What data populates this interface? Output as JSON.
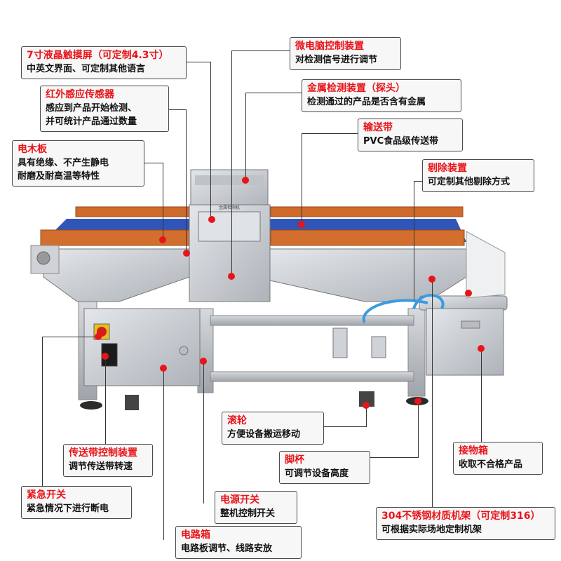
{
  "machine_panel_text": "金属检测机",
  "callouts": {
    "lcd": {
      "title": "7寸液晶触摸屏（可定制4.3寸）",
      "desc": "中英文界面、可定制其他语言"
    },
    "infrared": {
      "title": "红外感应传感器",
      "desc": "感应到产品开始检测、\n并可统计产品通过数量"
    },
    "board": {
      "title": "电木板",
      "desc": "具有绝缘、不产生静电\n耐磨及耐高温等特性"
    },
    "micro": {
      "title": "微电脑控制装置",
      "desc": "对检测信号进行调节"
    },
    "probe": {
      "title": "金属检测装置（探头）",
      "desc": "检测通过的产品是否含有金属"
    },
    "belt": {
      "title": "输送带",
      "desc": "PVC食品级传送带"
    },
    "reject": {
      "title": "剔除装置",
      "desc": "可定制其他剔除方式"
    },
    "roller": {
      "title": "滚轮",
      "desc": "方便设备搬运移动"
    },
    "speed": {
      "title": "传送带控制装置",
      "desc": "调节传送带转速"
    },
    "foot": {
      "title": "脚杯",
      "desc": "可调节设备高度"
    },
    "bin": {
      "title": "接物箱",
      "desc": "收取不合格产品"
    },
    "estop": {
      "title": "紧急开关",
      "desc": "紧急情况下进行断电"
    },
    "power": {
      "title": "电源开关",
      "desc": "整机控制开关"
    },
    "frame": {
      "title": "304不锈钢材质机架（可定制316）",
      "desc": "可根据实际场地定制机架"
    },
    "circuit": {
      "title": "电路箱",
      "desc": "电路板调节、线路安放"
    }
  },
  "colors": {
    "accent": "#e8141a",
    "belt": "#2f55b8",
    "guide": "#cf6a2a",
    "steel": "#c9cdd2"
  }
}
